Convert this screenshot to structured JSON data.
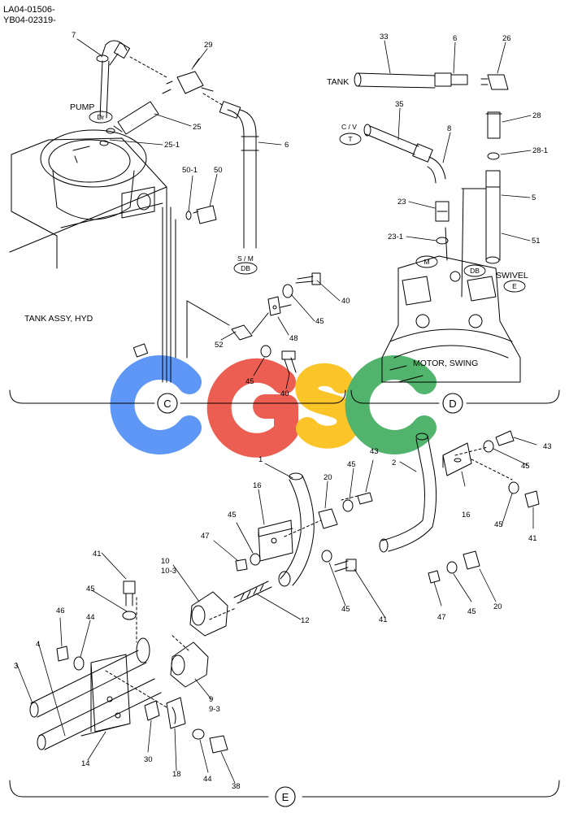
{
  "header": {
    "serial_line1": "LA04-01506-",
    "serial_line2": "YB04-02319-"
  },
  "labels": {
    "tank": "TANK",
    "pump": "PUMP",
    "tank_assy": "TANK ASSY, HYD",
    "swivel": "SWIVEL",
    "motor_swing": "MOTOR, SWING",
    "s_m": "S / M",
    "c_v": "C / V"
  },
  "ports": {
    "dr": "Dr",
    "db_1": "DB",
    "db_2": "DB",
    "t": "T",
    "m": "M",
    "e": "E"
  },
  "sections": {
    "c": "C",
    "d": "D",
    "e": "E"
  },
  "watermark": {
    "letters": [
      "C",
      "G",
      "S",
      "C"
    ],
    "colors": [
      "#4285f4",
      "#ea4335",
      "#fbbc05",
      "#34a853"
    ]
  },
  "part_numbers": {
    "p7": "7",
    "p29": "29",
    "p25": "25",
    "p25_1": "25-1",
    "p6a": "6",
    "p50_1": "50-1",
    "p50": "50",
    "p40a": "40",
    "p45a": "45",
    "p48": "48",
    "p52": "52",
    "p45b": "45",
    "p40b": "40",
    "p33": "33",
    "p6b": "6",
    "p26": "26",
    "p28": "28",
    "p28_1": "28-1",
    "p35": "35",
    "p8": "8",
    "p23": "23",
    "p23_1": "23-1",
    "p5": "5",
    "p51": "51",
    "p1": "1",
    "p20a": "20",
    "p16a": "16",
    "p45c": "45",
    "p43a": "43",
    "p45d": "45",
    "p47a": "47",
    "p10": "10",
    "p10_3": "10-3",
    "p41a": "41",
    "p45e": "45",
    "p12": "12",
    "p45f": "45",
    "p41b": "41",
    "p2": "2",
    "p43b": "43",
    "p45g": "45",
    "p16b": "16",
    "p45h": "45",
    "p41c": "41",
    "p47b": "47",
    "p45i": "45",
    "p20b": "20",
    "p46": "46",
    "p44a": "44",
    "p4": "4",
    "p3": "3",
    "p9": "9",
    "p9_3": "9-3",
    "p30": "30",
    "p14": "14",
    "p18": "18",
    "p44b": "44",
    "p38": "38"
  }
}
